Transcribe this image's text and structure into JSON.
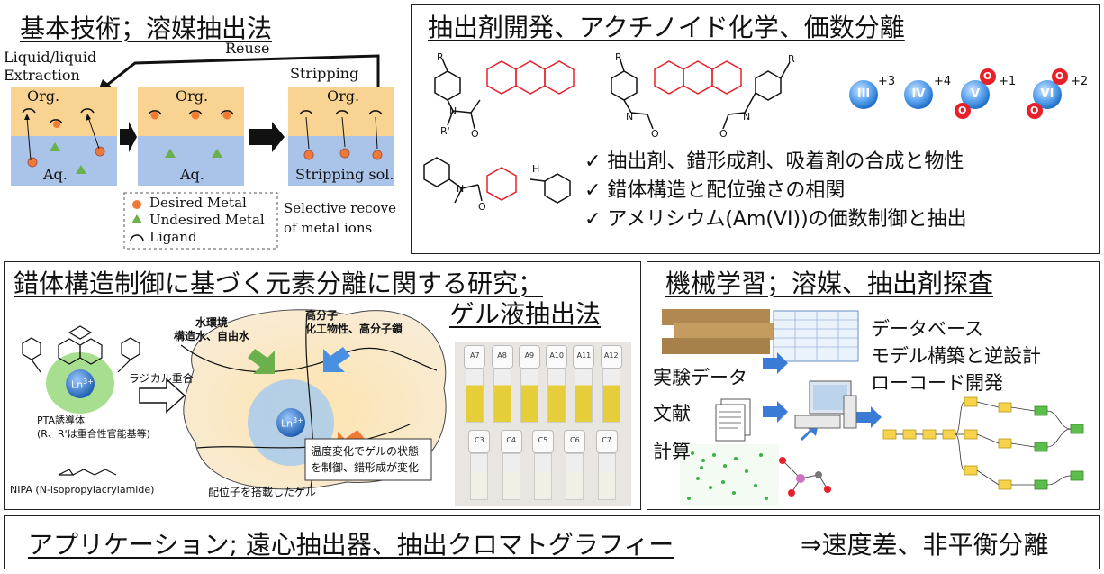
{
  "panel1": {
    "title": "基本技術；溶媒抽出法",
    "reuse": "Reuse",
    "extraction": "Liquid/liquid\nExtraction",
    "stripping": "Stripping",
    "org": "Org.",
    "aq": "Aq.",
    "stripping_sol": "Stripping sol.",
    "legend": [
      "Desired Metal",
      "Undesired Metal",
      "Ligand"
    ],
    "selective": "Selective recove\nof metal ions"
  },
  "panel2": {
    "title": "抽出剤開発、アクチノイド化学、価数分離",
    "ions": [
      {
        "label": "III",
        "charge": "+3"
      },
      {
        "label": "IV",
        "charge": "+4"
      },
      {
        "label": "V",
        "charge": "+1"
      },
      {
        "label": "VI",
        "charge": "+2"
      }
    ],
    "oxo": "O",
    "atoms": {
      "R": "R",
      "Rp": "R'",
      "N": "N",
      "O": "O",
      "H": "H"
    },
    "bullets": [
      "✓ 抽出剤、錯形成剤、吸着剤の合成と物性",
      "✓ 錯体構造と配位強さの相関",
      "✓ アメリシウム(Am(VI))の価数制御と抽出"
    ]
  },
  "panel3": {
    "title": "錯体構造制御に基づく元素分離に関する研究；",
    "subtitle": "ゲル液抽出法",
    "water": "水環境\n構造水、自由水",
    "polymer": "高分子\n化工物性、高分子鎖",
    "radical": "ラジカル重合",
    "pta": "PTA誘導体\n(R、R'は重合性官能基等)",
    "nipa": "NIPA (N-isopropylacrylamide)",
    "ln": "Ln",
    "ln_charge": "3+",
    "temp_note": "温度変化でゲルの状態\nを制御、錯形成が変化",
    "gel_label": "配位子を搭載したゲル",
    "vials_top": [
      "A7",
      "A8",
      "A9",
      "A10",
      "A11",
      "A12"
    ],
    "vials_bottom": [
      "C3",
      "C4",
      "C5",
      "C6",
      "C7"
    ]
  },
  "panel4": {
    "title": "機械学習；溶媒、抽出剤探査",
    "right": [
      "データベース",
      "モデル構築と逆設計",
      "ローコード開発"
    ],
    "left": [
      "実験データ",
      "文献",
      "計算"
    ]
  },
  "panel5": {
    "text": "アプリケーション; 遠心抽出器、抽出クロマトグラフィー",
    "right": "⇒速度差、非平衡分離"
  },
  "colors": {
    "org": "#f8d392",
    "aq": "#a9c4e8",
    "metal": "#f07a33",
    "undesired": "#6ab04c",
    "red": "#e8202a"
  }
}
